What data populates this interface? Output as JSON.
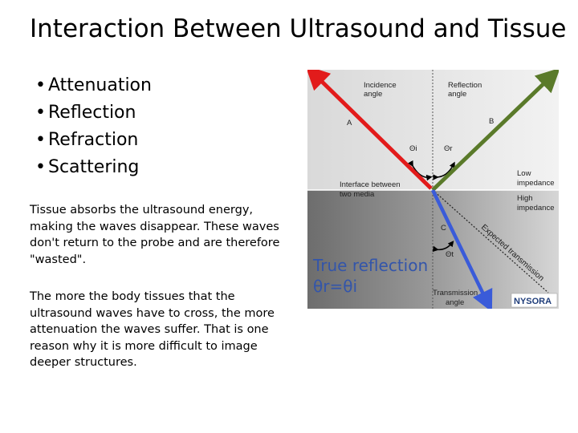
{
  "slide": {
    "title": "Interaction Between Ultrasound and Tissue",
    "bullets": [
      {
        "label": "Attenuation"
      },
      {
        "label": "Reflection"
      },
      {
        "label": "Refraction"
      },
      {
        "label": "Scattering"
      }
    ],
    "bullet_char": "•",
    "paragraph1": "Tissue absorbs the ultrasound energy, making the waves disappear. These waves don't return to the probe and are therefore \"wasted\".",
    "paragraph2": "The more the body tissues that the ultrasound waves have to cross, the more attenuation the waves suffer. That is one reason why it is more difficult to image deeper structures."
  },
  "figure": {
    "incidence_label_1": "Incidence",
    "incidence_label_2": "angle",
    "reflection_label_1": "Reflection",
    "reflection_label_2": "angle",
    "label_a": "A",
    "label_b": "B",
    "label_c": "C",
    "theta_i": "Θi",
    "theta_r": "Θr",
    "theta_t": "Θt",
    "interface_1": "Interface between",
    "interface_2": "two media",
    "low_imp_1": "Low",
    "low_imp_2": "impedance",
    "high_imp_1": "High",
    "high_imp_2": "impedance",
    "expected": "Expected transmission",
    "transmission_1": "Transmission",
    "transmission_2": "angle",
    "logo": "NYSORA",
    "colors": {
      "incident": "#e21b1b",
      "reflected": "#5a7a2a",
      "transmitted": "#3a5bd9"
    }
  },
  "overlay": {
    "line1": "True reflection",
    "line2": "θr=θi"
  }
}
